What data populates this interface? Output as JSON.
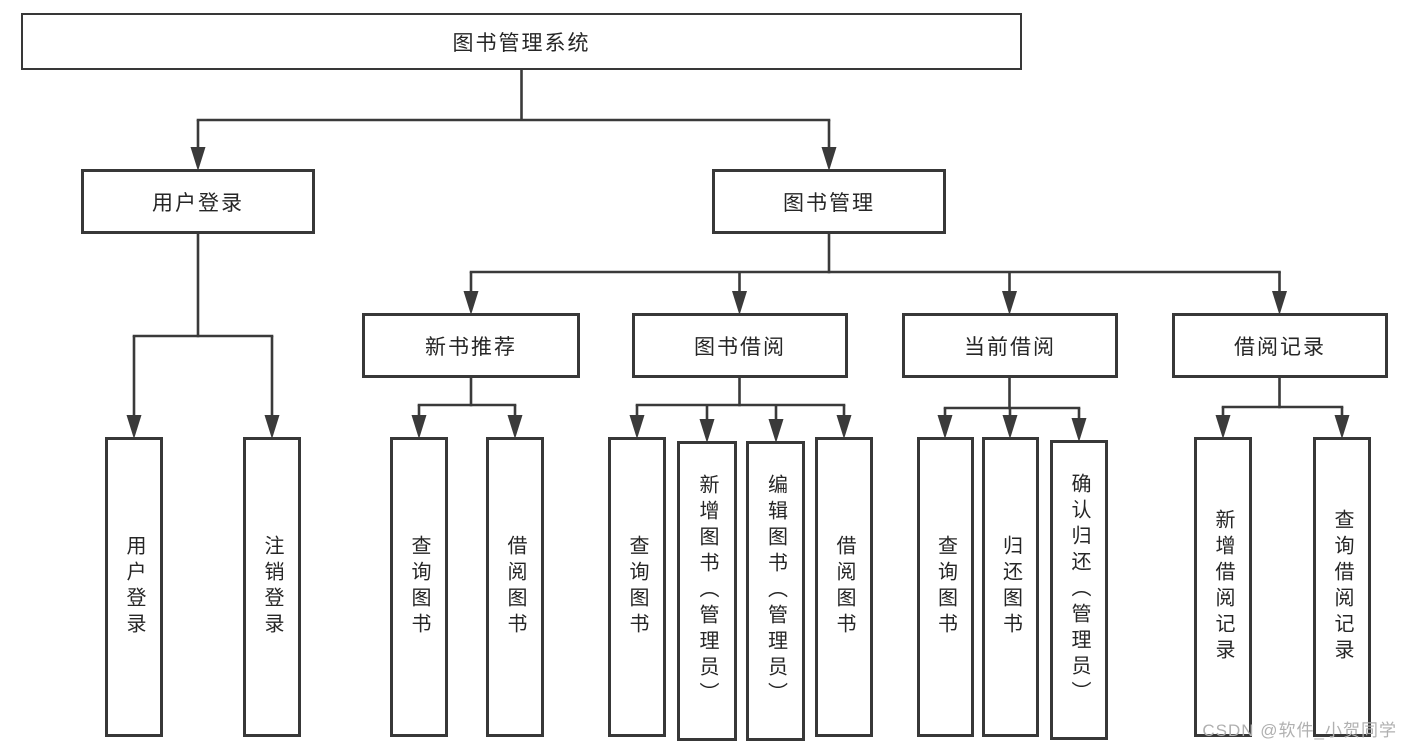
{
  "diagram": {
    "type": "hierarchy-chart",
    "tree": {
      "label": "图书管理系统",
      "children": [
        {
          "label": "用户登录",
          "children": [
            {
              "label": "用户登录"
            },
            {
              "label": "注销登录"
            }
          ]
        },
        {
          "label": "图书管理",
          "children": [
            {
              "label": "新书推荐",
              "children": [
                {
                  "label": "查询图书"
                },
                {
                  "label": "借阅图书"
                }
              ]
            },
            {
              "label": "图书借阅",
              "children": [
                {
                  "label": "查询图书"
                },
                {
                  "label": "新增图书（管理员）"
                },
                {
                  "label": "编辑图书（管理员）"
                },
                {
                  "label": "借阅图书"
                }
              ]
            },
            {
              "label": "当前借阅",
              "children": [
                {
                  "label": "查询图书"
                },
                {
                  "label": "归还图书"
                },
                {
                  "label": "确认归还（管理员）"
                }
              ]
            },
            {
              "label": "借阅记录",
              "children": [
                {
                  "label": "新增借阅记录"
                },
                {
                  "label": "查询借阅记录"
                }
              ]
            }
          ]
        }
      ]
    },
    "watermark": "CSDN @软件_小贺同学",
    "colors": {
      "line": "#3a3a3a",
      "box_border": "#383838",
      "text": "#262626",
      "watermark": "#b0b0b0",
      "background": "#ffffff"
    }
  }
}
